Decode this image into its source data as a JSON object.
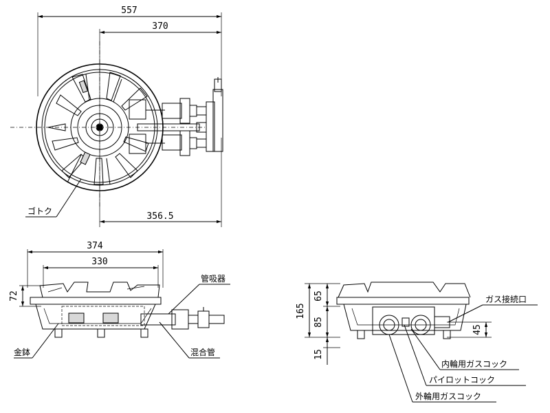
{
  "top_view": {
    "dim_overall_width": "557",
    "dim_center_to_end": "370",
    "dim_center_to_back": "356.5",
    "label_trivet": "ゴトク"
  },
  "front_view": {
    "dim_width": "374",
    "dim_inner_width": "330",
    "dim_height": "72",
    "label_air_intake": "管吸器",
    "label_mixing_tube": "混合管",
    "label_base": "金鉢"
  },
  "side_view": {
    "dim_total_height": "165",
    "dim_upper": "65",
    "dim_middle": "85",
    "dim_lower": "15",
    "dim_connection_height": "45",
    "label_gas_connection": "ガス接続口",
    "label_inner_cock": "内輪用ガスコック",
    "label_pilot_cock": "パイロットコック",
    "label_outer_cock": "外輪用ガスコック"
  }
}
